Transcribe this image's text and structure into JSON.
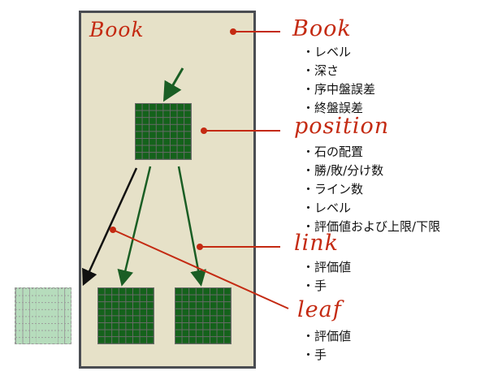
{
  "diagram": {
    "panel": {
      "title": "Book"
    },
    "sections": [
      {
        "label": "Book",
        "items": [
          "レベル",
          "深さ",
          "序中盤誤差",
          "終盤誤差"
        ]
      },
      {
        "label": "position",
        "items": [
          "石の配置",
          "勝/敗/分け数",
          "ライン数",
          "レベル",
          "評価値および上限/下限"
        ]
      },
      {
        "label": "link",
        "items": [
          "評価値",
          "手"
        ]
      },
      {
        "label": "leaf",
        "items": [
          "評価値",
          "手"
        ]
      }
    ],
    "colors": {
      "panel_bg": "#e6e1c8",
      "panel_border": "#4a4d52",
      "label_red": "#c42a12",
      "board_green": "#14621b",
      "arrow_green": "#1a5e24",
      "ghost_green": "#b6dcbc"
    }
  }
}
